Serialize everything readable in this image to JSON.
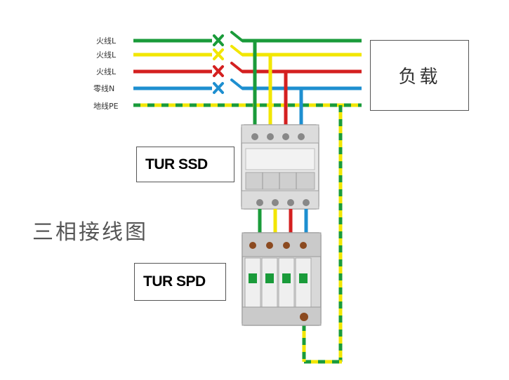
{
  "wires": [
    {
      "label": "火线L",
      "color": "#1a9b3a"
    },
    {
      "label": "火线L",
      "color": "#f2e600"
    },
    {
      "label": "火线L",
      "color": "#d42020"
    },
    {
      "label": "零线N",
      "color": "#1e8fd0"
    },
    {
      "label": "地线PE",
      "color": "#f2e600",
      "stripe": "#1a9b3a"
    }
  ],
  "load_label": "负载",
  "breaker_label": "TUR SSD",
  "spd_label": "TUR SPD",
  "title": "三相接线图"
}
